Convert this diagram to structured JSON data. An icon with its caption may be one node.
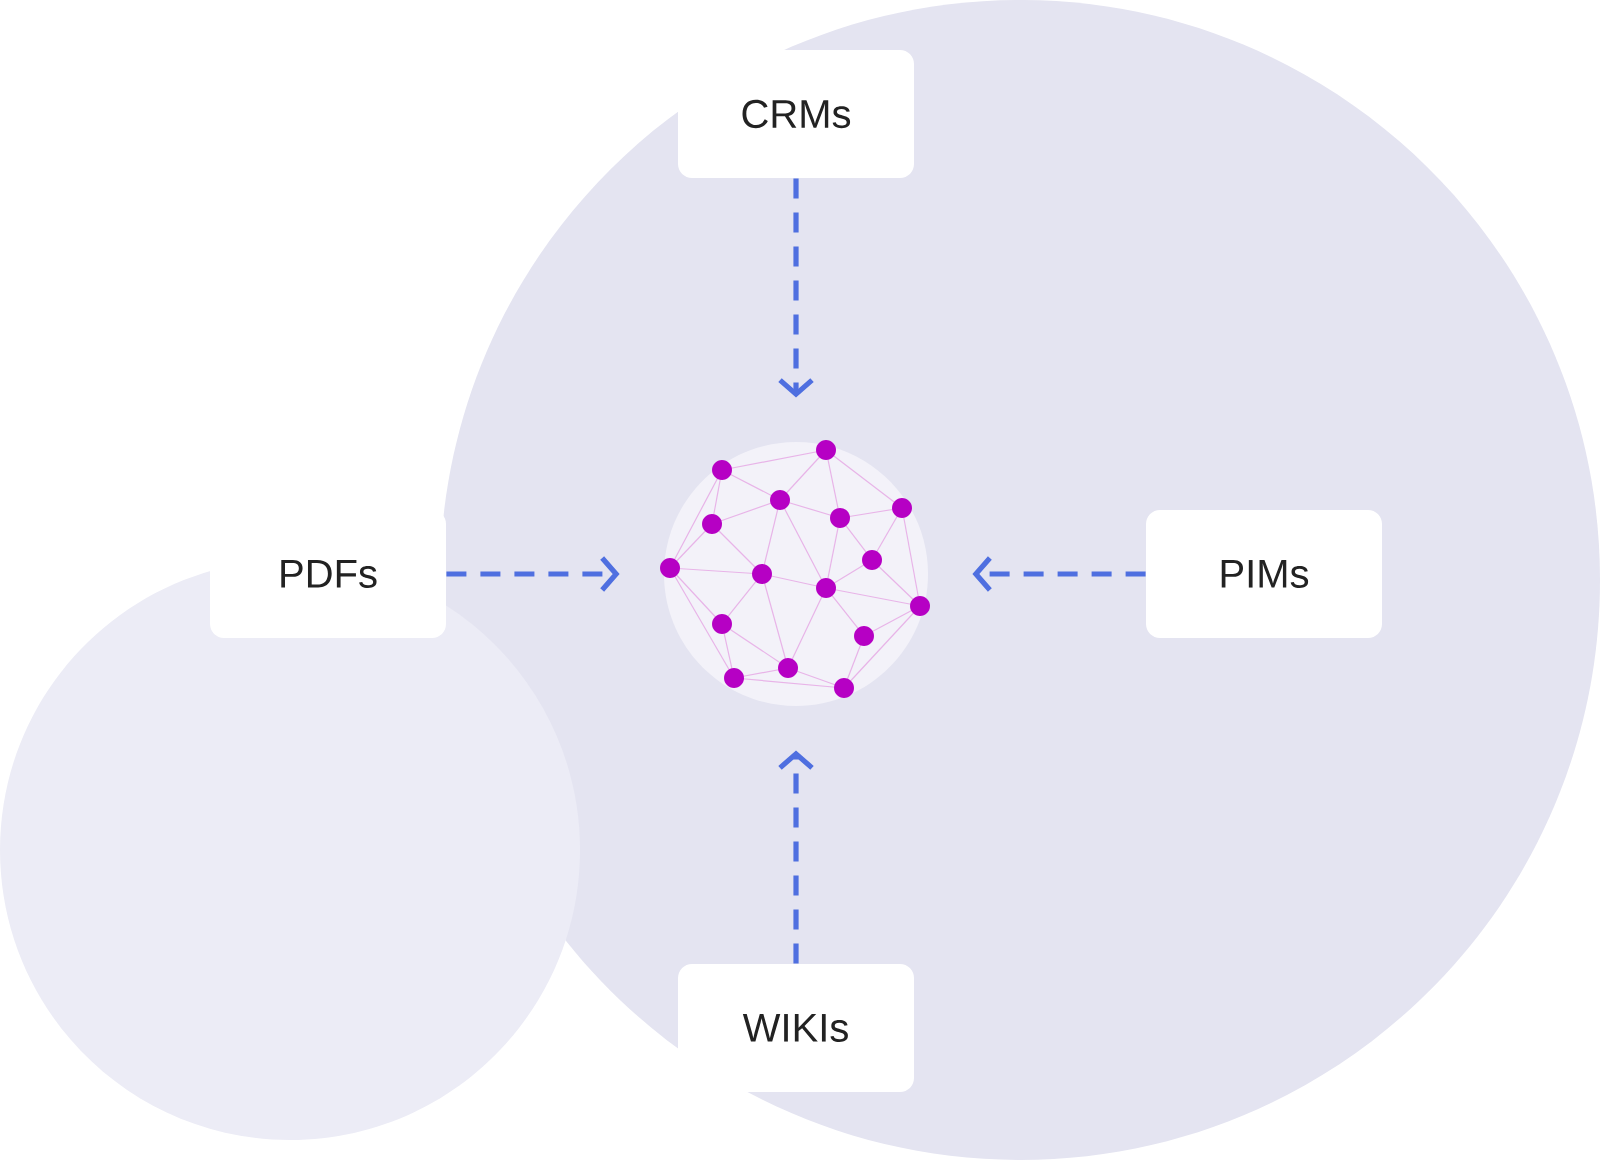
{
  "diagram": {
    "nodes": [
      {
        "text": [
          "CRMs"
        ]
      },
      {
        "text": [
          "PDFs"
        ]
      },
      {
        "text": [],
        "shape": "picture"
      },
      {
        "text": [
          "PIMs"
        ]
      },
      {
        "text": [
          "WIKIs"
        ]
      }
    ],
    "edges": [
      {
        "from": 0,
        "to": 2,
        "arrow": "to",
        "style": "dashed"
      },
      {
        "from": 1,
        "to": 2,
        "arrow": "to",
        "style": "dashed"
      },
      {
        "from": 3,
        "to": 2,
        "arrow": "to",
        "style": "dashed"
      },
      {
        "from": 4,
        "to": 2,
        "arrow": "to",
        "style": "dashed"
      }
    ]
  }
}
